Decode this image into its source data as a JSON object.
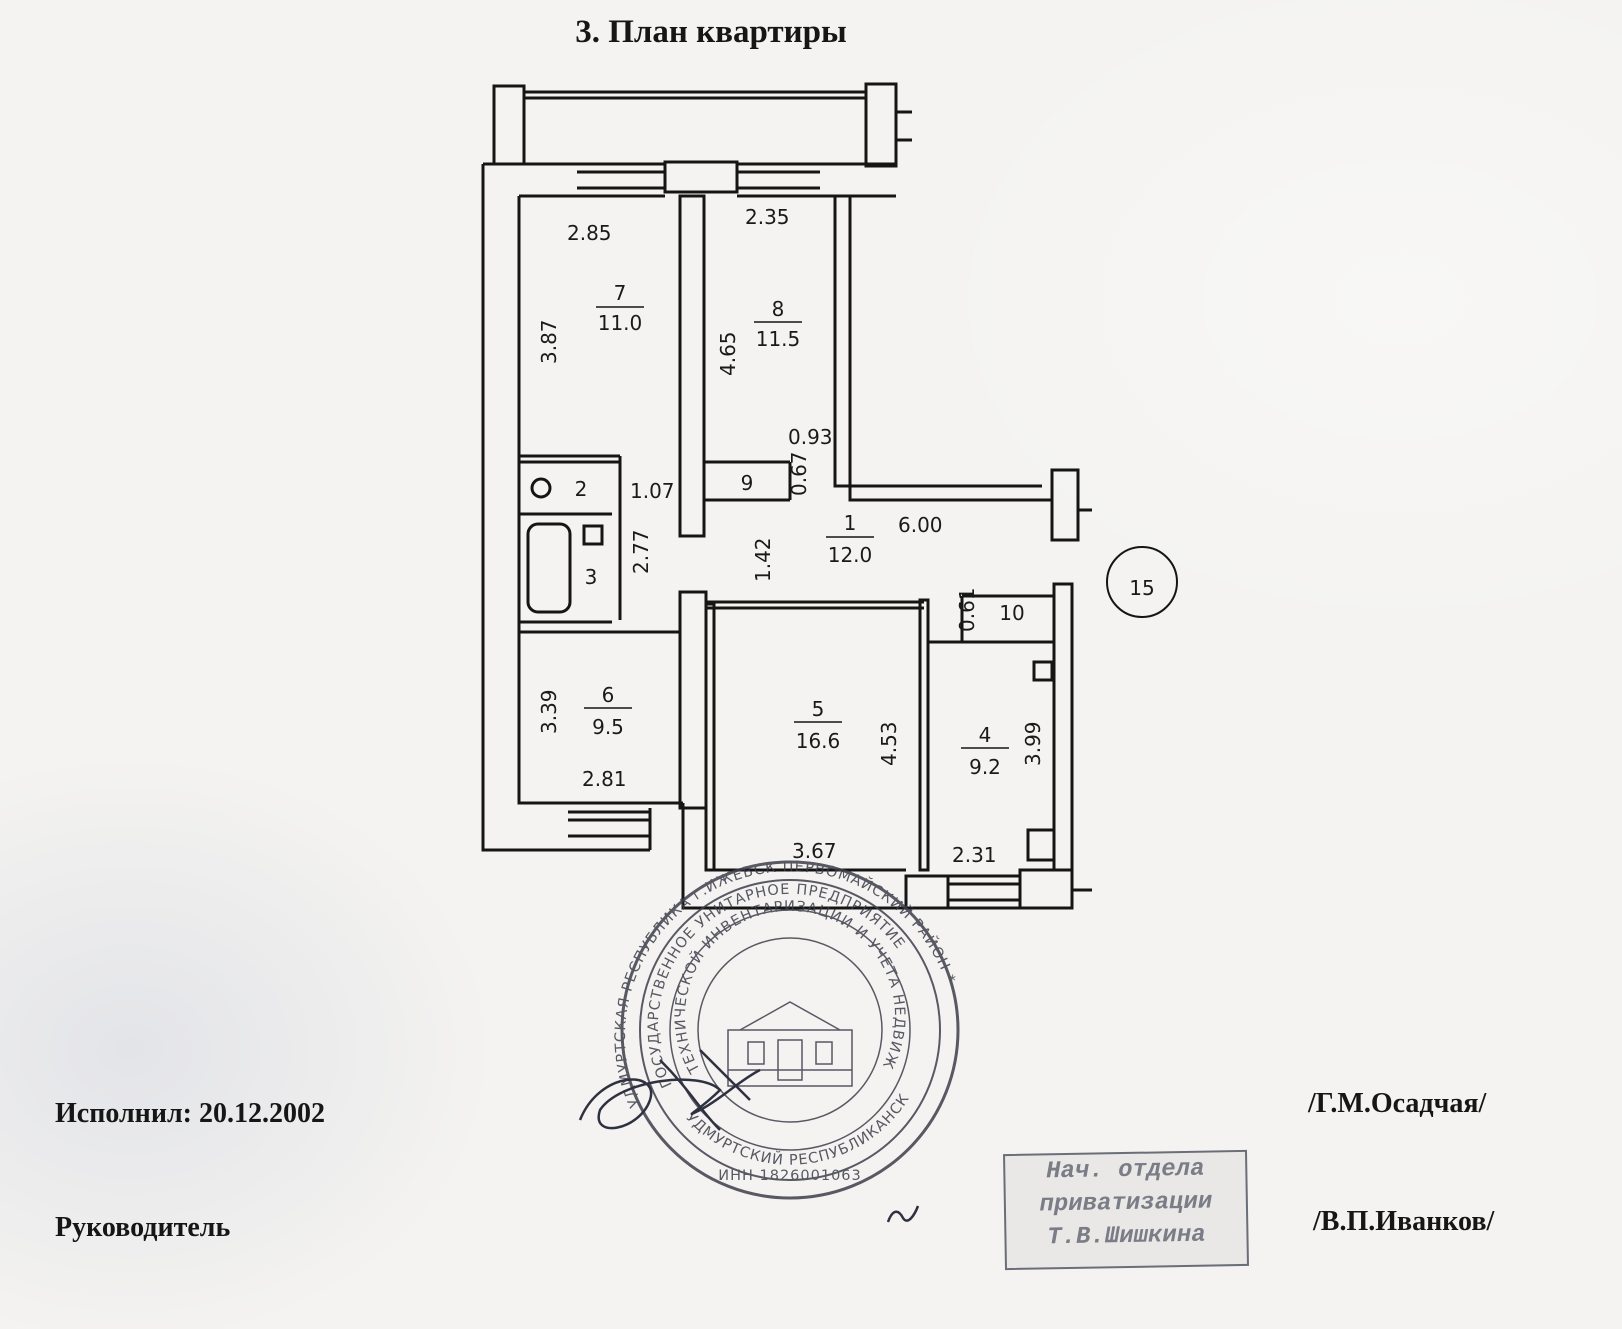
{
  "title": "3. План квартиры",
  "flat_marker": "15",
  "rooms": [
    {
      "num": "1",
      "area": "12.0"
    },
    {
      "num": "4",
      "area": "9.2"
    },
    {
      "num": "5",
      "area": "16.6"
    },
    {
      "num": "6",
      "area": "9.5"
    },
    {
      "num": "7",
      "area": "11.0"
    },
    {
      "num": "8",
      "area": "11.5"
    }
  ],
  "small_rooms": {
    "wc": "2",
    "bath": "3",
    "closet_9": "9",
    "closet_10": "10"
  },
  "dimensions": {
    "r7_width": "2.85",
    "r7_depth": "3.87",
    "r8_width": "2.35",
    "r8_depth": "4.65",
    "closet_w": "0.93",
    "closet_d": "0.67",
    "wc_w": "1.07",
    "bath_d": "2.77",
    "hall_w": "1.42",
    "hall_len": "6.00",
    "r6_depth": "3.39",
    "r6_width": "2.81",
    "r5_width": "3.67",
    "r5_depth": "4.53",
    "r4_depth": "3.99",
    "r4_width": "2.31",
    "closet10_d": "0.61"
  },
  "signatures": {
    "executor_label": "Исполнил: 20.12.2002",
    "executor_name": "/Г.М.Осадчая/",
    "head_label": "Руководитель",
    "head_name": "/В.П.Иванков/"
  },
  "round_stamp": {
    "outer": "УДМУРТСКАЯ РЕСПУБЛИКА г.ИЖЕВСК ПЕРВОМАЙСКИЙ РАЙОН *",
    "middle": "ГОСУДАРСТВЕННОЕ УНИТАРНОЕ ПРЕДПРИЯТИЕ",
    "inner1": "ТЕХНИЧЕСКОЙ ИНВЕНТАРИЗАЦИИ И УЧЕТА НЕДВИЖИМОСТИ",
    "inner2": "УДМУРТСКИЙ РЕСПУБЛИКАНСКИЙ ЦЕНТР",
    "inn": "ИНН 1826001063"
  },
  "box_stamp": [
    "Нач. отдела",
    "приватизации",
    "Т.В.Шишкина"
  ]
}
